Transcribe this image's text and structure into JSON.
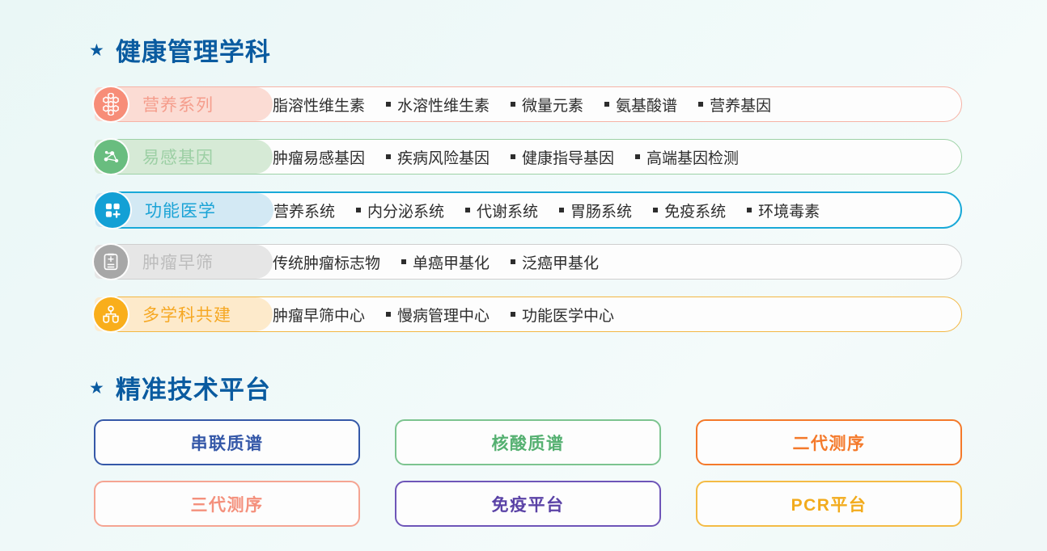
{
  "theme": {
    "background": "#eff9f9",
    "heading_color": "#0a5ba0",
    "star_glyph": "★"
  },
  "sections": [
    {
      "title": "健康管理学科",
      "star": "★"
    },
    {
      "title": "精准技术平台",
      "star": "★"
    }
  ],
  "disciplines": {
    "rows": [
      {
        "category": "营养系列",
        "icon": "honeycomb-icon",
        "selected": false,
        "accent": "#f78d78",
        "border": "#f6b3a6",
        "pill_bg": "#fbdcd4",
        "label_color": "#f59d8c",
        "items": [
          "脂溶性维生素",
          "水溶性维生素",
          "微量元素",
          "氨基酸谱",
          "营养基因"
        ]
      },
      {
        "category": "易感基因",
        "icon": "molecule-node-icon",
        "selected": false,
        "accent": "#69bd7f",
        "border": "#9dd2a6",
        "pill_bg": "#d6ead6",
        "label_color": "#9ccfa4",
        "items": [
          "肿瘤易感基因",
          "疾病风险基因",
          "健康指导基因",
          "高端基因检测"
        ]
      },
      {
        "category": "功能医学",
        "icon": "grid-plus-icon",
        "selected": true,
        "accent": "#13a0d5",
        "border": "#19a9d8",
        "pill_bg": "#d3e9f4",
        "label_color": "#1aa3d6",
        "items": [
          "营养系统",
          "内分泌系统",
          "代谢系统",
          "胃肠系统",
          "免疫系统",
          "环境毒素"
        ]
      },
      {
        "category": "肿瘤早筛",
        "icon": "report-plusminus-icon",
        "selected": false,
        "accent": "#a7a7a7",
        "border": "#cfcfcf",
        "pill_bg": "#e6e6e6",
        "label_color": "#bdbdbd",
        "items": [
          "传统肿瘤标志物",
          "单癌甲基化",
          "泛癌甲基化"
        ]
      },
      {
        "category": "多学科共建",
        "icon": "org-chart-people-icon",
        "selected": false,
        "accent": "#f9ae1b",
        "border": "#f3b743",
        "pill_bg": "#fdeacb",
        "label_color": "#f6a823",
        "items": [
          "肿瘤早筛中心",
          "慢病管理中心",
          "功能医学中心"
        ]
      }
    ]
  },
  "platforms": {
    "cards": [
      {
        "label": "串联质谱",
        "color": "#3558a8",
        "border": "#3558a8"
      },
      {
        "label": "核酸质谱",
        "color": "#55b071",
        "border": "#7cc48f"
      },
      {
        "label": "二代测序",
        "color": "#f4792a",
        "border": "#f4792a"
      },
      {
        "label": "三代测序",
        "color": "#f4907c",
        "border": "#f5a492"
      },
      {
        "label": "免疫平台",
        "color": "#5a42a6",
        "border": "#6e55b8"
      },
      {
        "label": "PCR平台",
        "color": "#f2ab1c",
        "border": "#f4bb45"
      }
    ]
  }
}
